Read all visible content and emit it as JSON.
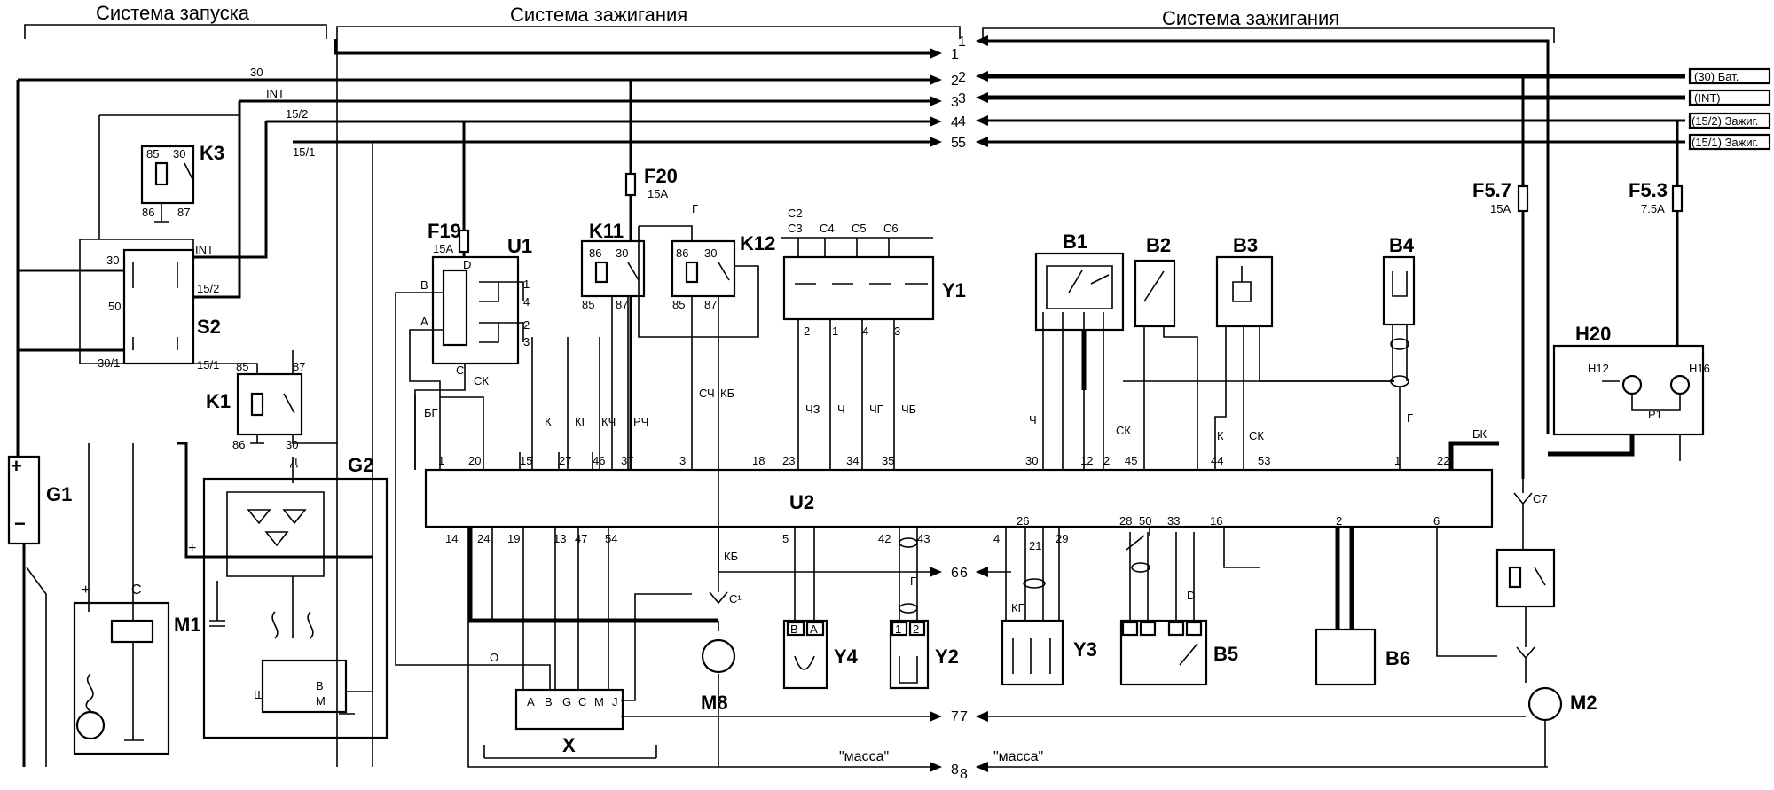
{
  "headers": {
    "start_system": "Система запуска",
    "ignition_system_left": "Система зажигания",
    "ignition_system_right": "Система зажигания"
  },
  "components": {
    "G1": "G1",
    "M1": "M1",
    "G2": "G2",
    "K3": "K3",
    "S2": "S2",
    "K1": "K1",
    "F19": "F19",
    "F19_rating": "15A",
    "F20": "F20",
    "F20_rating": "15A",
    "U1": "U1",
    "K11": "K11",
    "K12": "K12",
    "Y1": "Y1",
    "U2": "U2",
    "X": "X",
    "M8": "M8",
    "Y4": "Y4",
    "Y2": "Y2",
    "B1": "B1",
    "B2": "B2",
    "B3": "B3",
    "B4": "B4",
    "Y3": "Y3",
    "B5": "B5",
    "B6": "B6",
    "H20": "H20",
    "H12": "H12",
    "H16": "H16",
    "P1": "P1",
    "F5_7": "F5.7",
    "F5_7_rating": "15A",
    "F5_3": "F5.3",
    "F5_3_rating": "7.5A",
    "M2": "M2"
  },
  "wires": {
    "w30": "30",
    "wINT": "INT",
    "w15_2": "15/2",
    "w15_1": "15/1"
  },
  "s2_pins": {
    "p30": "30",
    "p50": "50",
    "p30_1": "30/1",
    "pINT": "INT",
    "p15_2": "15/2",
    "p15_1": "15/1"
  },
  "relay_pins": {
    "p30": "30",
    "p85": "85",
    "p86": "86",
    "p87": "87"
  },
  "u2_top_pins": [
    "1",
    "20",
    "15",
    "27",
    "46",
    "37",
    "3",
    "18",
    "23",
    "34",
    "35"
  ],
  "u2_bottom_pins": [
    "14",
    "24",
    "19",
    "13",
    "47",
    "54",
    "5",
    "42",
    "43"
  ],
  "u2_right_top_pins": [
    "30",
    "12",
    "2",
    "45",
    "44",
    "53",
    "1",
    "22"
  ],
  "u2_right_bottom_pins": [
    "4",
    "26",
    "21",
    "29",
    "28",
    "50",
    "33",
    "16",
    "2",
    "6"
  ],
  "x_pins": [
    "A",
    "B",
    "G",
    "C",
    "M",
    "J"
  ],
  "connectors_left": [
    "1",
    "2",
    "3",
    "4",
    "5",
    "6",
    "7",
    "8"
  ],
  "connectors_right": [
    "1",
    "2",
    "3",
    "4",
    "5",
    "6",
    "7",
    "8"
  ],
  "right_tags": [
    "(30) Бат.",
    "(INT)",
    "(15/2) Зажиг.",
    "(15/1) Зажиг."
  ],
  "ground_label_left": "\"масса\"",
  "ground_label_right": "\"масса\"",
  "wire_colors": {
    "o": "О",
    "bg": "БГ",
    "ck": "СК",
    "k": "К",
    "kg": "КГ",
    "rch": "РЧ",
    "pch": "РЧ",
    "cch": "СЧ",
    "kb": "КБ",
    "g": "Г",
    "sch": "СЧ",
    "chz": "ЧЗ",
    "ch": "Ч",
    "cho": "ЧБ",
    "chg": "ЧГ",
    "bk": "БК",
    "kch": "КЧ"
  },
  "misc": {
    "C7": "C7",
    "C2": "C2",
    "C3": "C3",
    "C4": "C4",
    "C5": "C5",
    "C6": "C6",
    "D": "D",
    "A": "A",
    "C": "C"
  }
}
